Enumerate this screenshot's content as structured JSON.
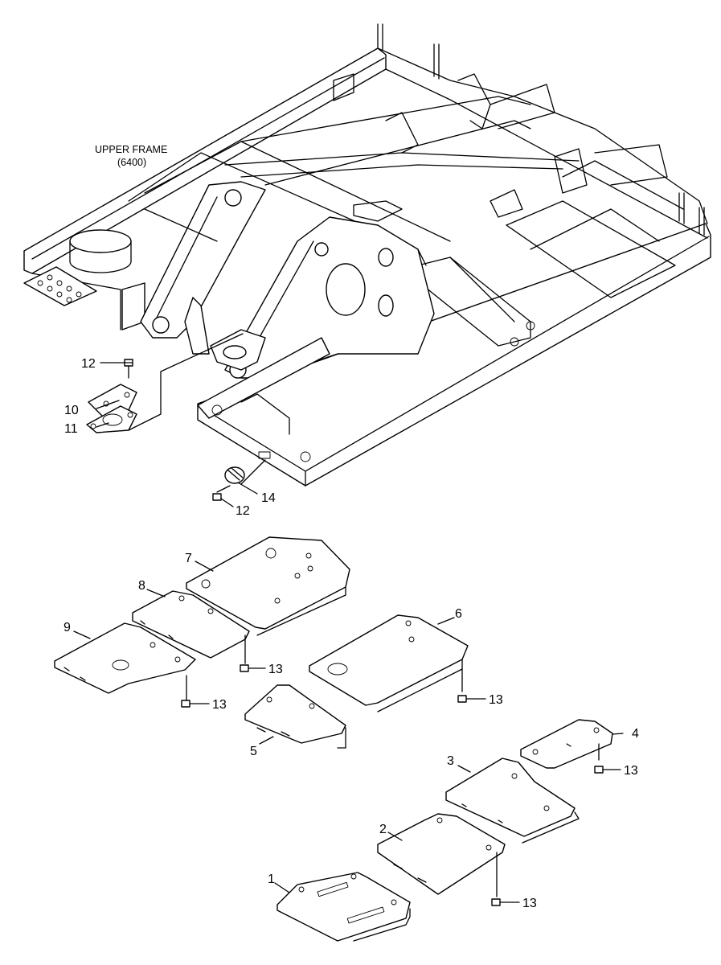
{
  "frame": {
    "title": "UPPER FRAME",
    "code": "(6400)"
  },
  "callouts": {
    "c1": "1",
    "c2": "2",
    "c3": "3",
    "c4": "4",
    "c5": "5",
    "c6": "6",
    "c7": "7",
    "c8": "8",
    "c9": "9",
    "c10": "10",
    "c11": "11",
    "c12a": "12",
    "c12b": "12",
    "c13a": "13",
    "c13b": "13",
    "c13c": "13",
    "c13d": "13",
    "c13e": "13",
    "c14": "14"
  }
}
